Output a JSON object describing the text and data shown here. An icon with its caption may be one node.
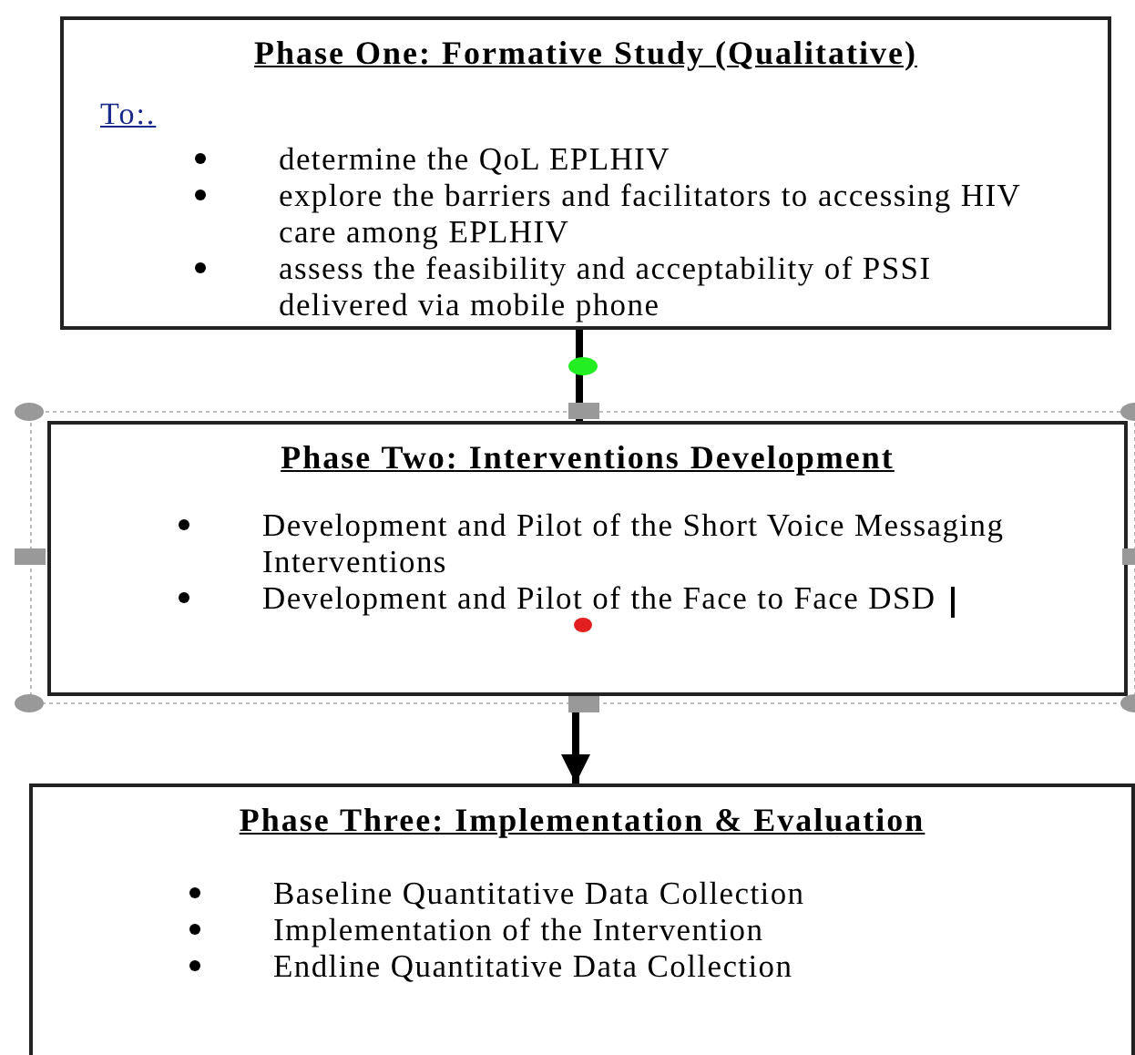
{
  "diagram": {
    "nodes": [
      {
        "text": [
          "Phase One: Formative Study (Qualitative)",
          "To:.",
          "determine the QoL EPLHIV",
          "explore the barriers and facilitators to accessing HIV care among EPLHIV",
          "assess the feasibility and acceptability of PSSI delivered via mobile phone"
        ]
      },
      {
        "text": [
          "Phase Two: Interventions Development",
          "Development and Pilot of the Short Voice Messaging Interventions",
          "Development and Pilot of the Face to Face DSD"
        ]
      },
      {
        "text": [
          "Phase Three: Implementation & Evaluation",
          "Baseline Quantitative Data Collection",
          "Implementation of the Intervention",
          "Endline Quantitative Data Collection"
        ]
      }
    ],
    "edges": [
      {
        "from": 0,
        "to": 1,
        "arrow": "none"
      },
      {
        "from": 1,
        "to": 2,
        "arrow": "to"
      }
    ]
  }
}
